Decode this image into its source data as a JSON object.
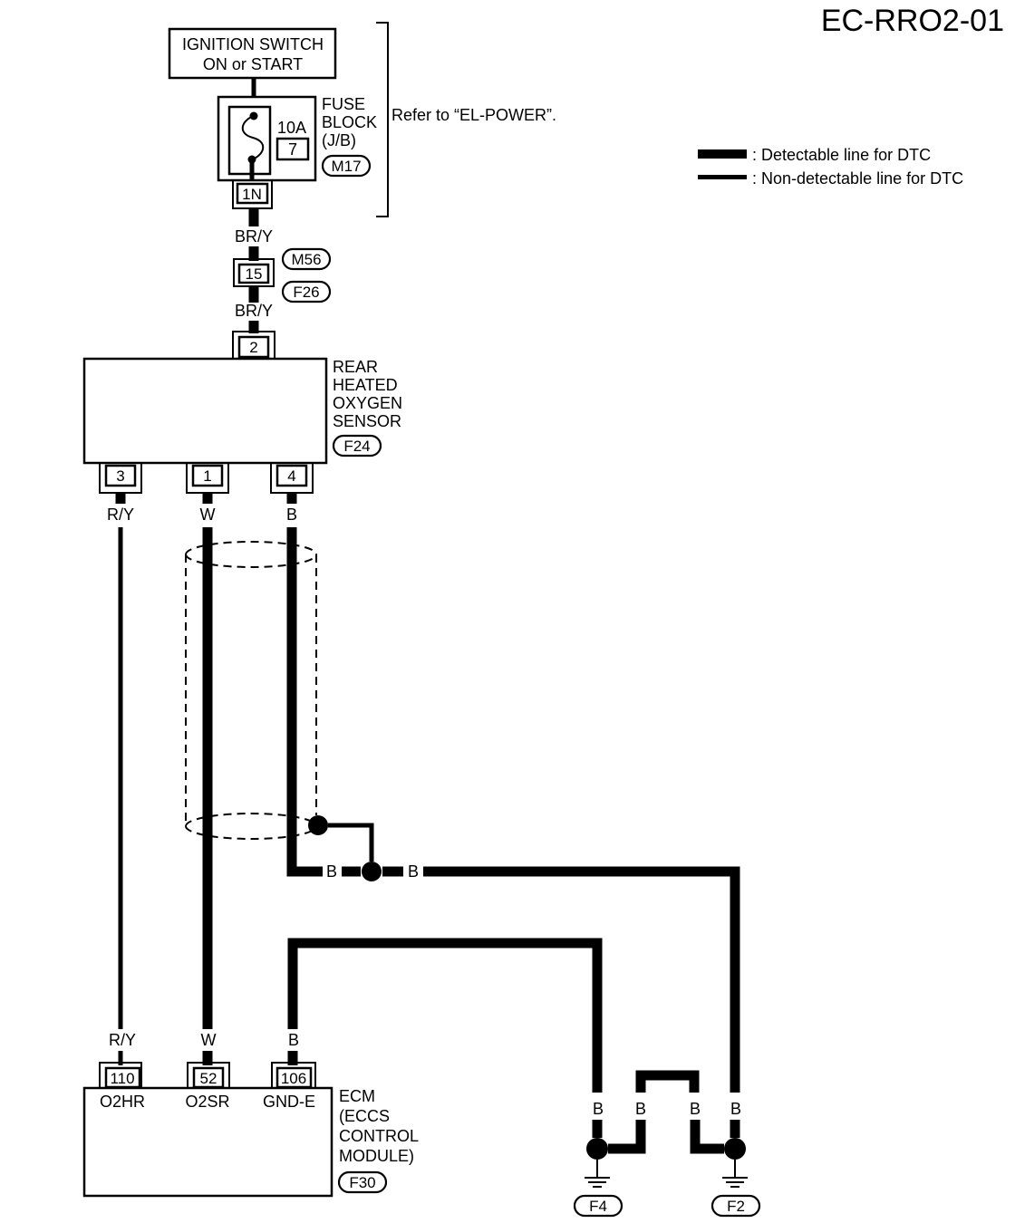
{
  "title": "EC-RRO2-01",
  "ignition_switch": {
    "line1": "IGNITION SWITCH",
    "line2": "ON or START"
  },
  "fuse_block": {
    "line1": "FUSE",
    "line2": "BLOCK",
    "line3": "(J/B)",
    "amperage": "10A",
    "fuse_number": "7",
    "connector": "M17",
    "terminal": "1N"
  },
  "refer_note": "Refer to “EL-POWER”.",
  "legend": {
    "detectable": ": Detectable line for DTC",
    "non_detectable": ": Non-detectable line for DTC"
  },
  "wire_colors": {
    "br_y_upper": "BR/Y",
    "br_y_lower": "BR/Y",
    "r_y": "R/Y",
    "w": "W",
    "b": "B"
  },
  "joint_connector": {
    "pin": "15",
    "connector_upper": "M56",
    "connector_lower": "F26"
  },
  "sensor": {
    "line1": "REAR",
    "line2": "HEATED",
    "line3": "OXYGEN",
    "line4": "SENSOR",
    "connector": "F24",
    "pin_power": "2",
    "pin_heater": "3",
    "pin_signal": "1",
    "pin_ground": "4"
  },
  "ecm": {
    "line1": "ECM",
    "line2": "(ECCS",
    "line3": "CONTROL",
    "line4": "MODULE)",
    "connector": "F30",
    "pins": [
      {
        "number": "110",
        "name": "O2HR"
      },
      {
        "number": "52",
        "name": "O2SR"
      },
      {
        "number": "106",
        "name": "GND-E"
      }
    ]
  },
  "grounds": {
    "left": "F4",
    "right": "F2"
  },
  "line_colors": {
    "wire": "#000000",
    "background": "#ffffff"
  }
}
